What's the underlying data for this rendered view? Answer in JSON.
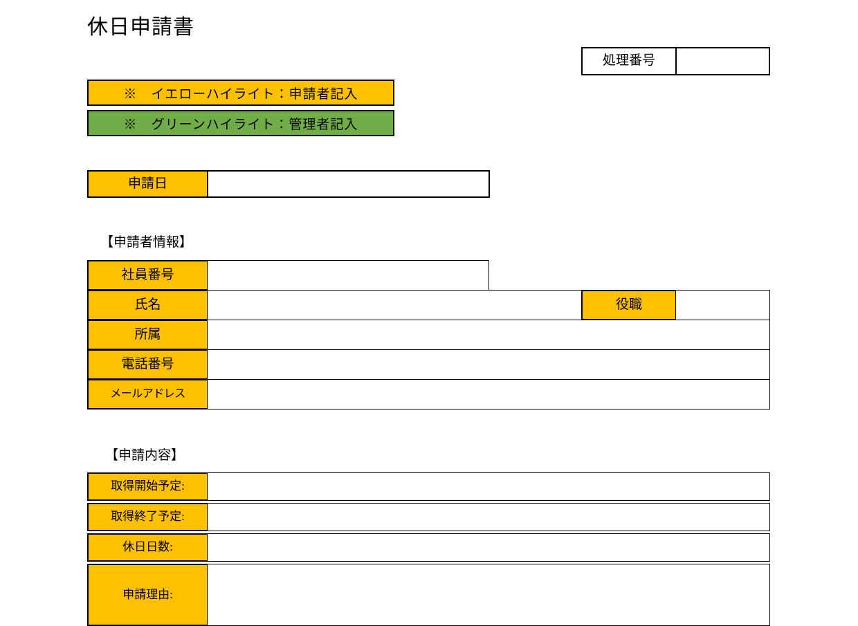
{
  "document": {
    "title": "休日申請書"
  },
  "processing": {
    "label": "処理番号",
    "value": ""
  },
  "legend": {
    "applicant": "※　イエローハイライト：申請者記入",
    "manager": "※　グリーンハイライト：管理者記入",
    "applicant_color": "#FFC000",
    "manager_color": "#70AD47"
  },
  "application_date": {
    "label": "申請日",
    "value": ""
  },
  "applicant_section": {
    "heading": "【申請者情報】",
    "rows": [
      {
        "label": "社員番号",
        "value": ""
      },
      {
        "label": "氏名",
        "value": "",
        "sub_label": "役職",
        "sub_value": ""
      },
      {
        "label": "所属",
        "value": ""
      },
      {
        "label": "電話番号",
        "value": ""
      },
      {
        "label": "メールアドレス",
        "value": ""
      }
    ]
  },
  "content_section": {
    "heading": "【申請内容】",
    "rows": [
      {
        "label": "取得開始予定:",
        "value": ""
      },
      {
        "label": "取得終了予定:",
        "value": ""
      },
      {
        "label": "休日日数:",
        "value": ""
      },
      {
        "label": "申請理由:",
        "value": ""
      }
    ]
  }
}
